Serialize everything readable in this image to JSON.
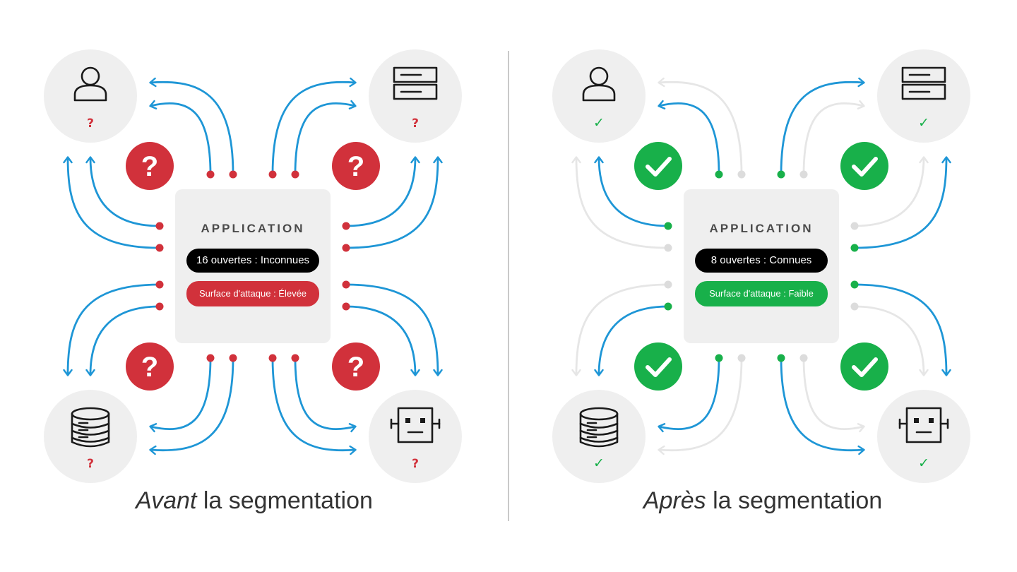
{
  "panels": [
    {
      "variant": "before",
      "accent": "#d1313b",
      "application": {
        "title": "APPLICATION",
        "open_ports": "16 ouvertes : Inconnues",
        "attack_surface": "Surface d'attaque : Élevée"
      },
      "node_marker": "?",
      "badge_symbol": "?",
      "caption": {
        "emphasis": "Avant",
        "rest": " la segmentation"
      }
    },
    {
      "variant": "after",
      "accent": "#18b04a",
      "application": {
        "title": "APPLICATION",
        "open_ports": "8 ouvertes : Connues",
        "attack_surface": "Surface d'attaque : Faible"
      },
      "node_marker": "✓",
      "badge_symbol": "✓",
      "caption": {
        "emphasis": "Après",
        "rest": " la segmentation"
      }
    }
  ],
  "nodes": [
    "user-icon",
    "server-icon",
    "database-icon",
    "robot-icon"
  ],
  "colors": {
    "flow_active": "#1e96d6",
    "flow_inactive": "#e6e6e6",
    "node_background": "#efefef",
    "icon_stroke": "#1a1a1a"
  }
}
